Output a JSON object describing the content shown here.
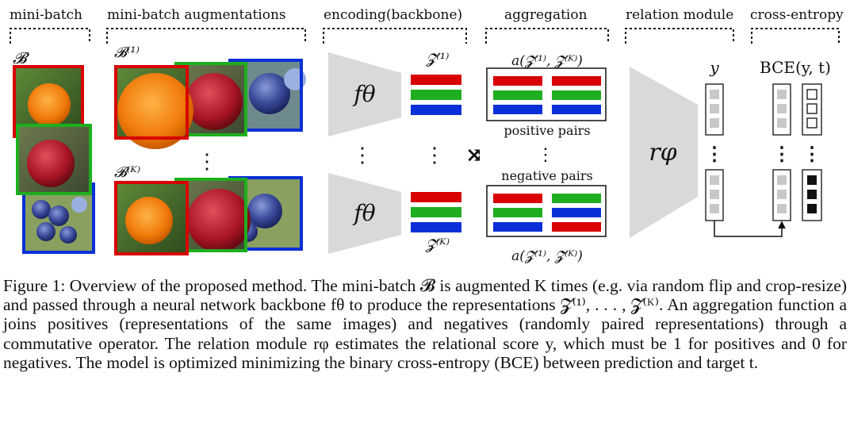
{
  "headers": {
    "minibatch": "mini-batch",
    "augment": "mini-batch augmentations",
    "encoding": "encoding(backbone)",
    "aggregation": "aggregation",
    "relation": "relation module",
    "crossentropy": "cross-entropy"
  },
  "labels": {
    "batch_B": "𝓑",
    "batch_B1": "𝓑⁽¹⁾",
    "batch_BK": "𝓑⁽ᴷ⁾",
    "f_theta_top": "fθ",
    "f_theta_bottom": "fθ",
    "z1": "𝓩⁽¹⁾",
    "zK": "𝓩⁽ᴷ⁾",
    "agg_top": "a(𝓩⁽¹⁾, 𝓩⁽ᴷ⁾)",
    "agg_bottom": "a(𝓩⁽¹⁾, 𝓩̃⁽ᴷ⁾)",
    "positive_pairs": "positive pairs",
    "negative_pairs": "negative pairs",
    "r_phi": "rφ",
    "y": "y",
    "bce": "BCE(y, t)",
    "vdots": "⋮",
    "shuffle": "⤨"
  },
  "colors": {
    "red": "#d80000",
    "green": "#1fae1f",
    "blue": "#0a2fd8",
    "trapezoid": "#d9d9d9",
    "cell_gray": "#c8c8c8",
    "cell_black": "#111111"
  },
  "caption": "Figure 1: Overview of the proposed method. The mini-batch 𝓑 is augmented K times (e.g. via random flip and crop-resize) and passed through a neural network backbone fθ to produce the representations 𝓩⁽¹⁾, . . . , 𝓩⁽ᴷ⁾. An aggregation function a joins positives (representations of the same images) and negatives (randomly paired representations) through a commutative operator. The relation module rφ estimates the relational score y, which must be 1 for positives and 0 for negatives. The model is optimized minimizing the binary cross-entropy (BCE) between prediction and target t."
}
